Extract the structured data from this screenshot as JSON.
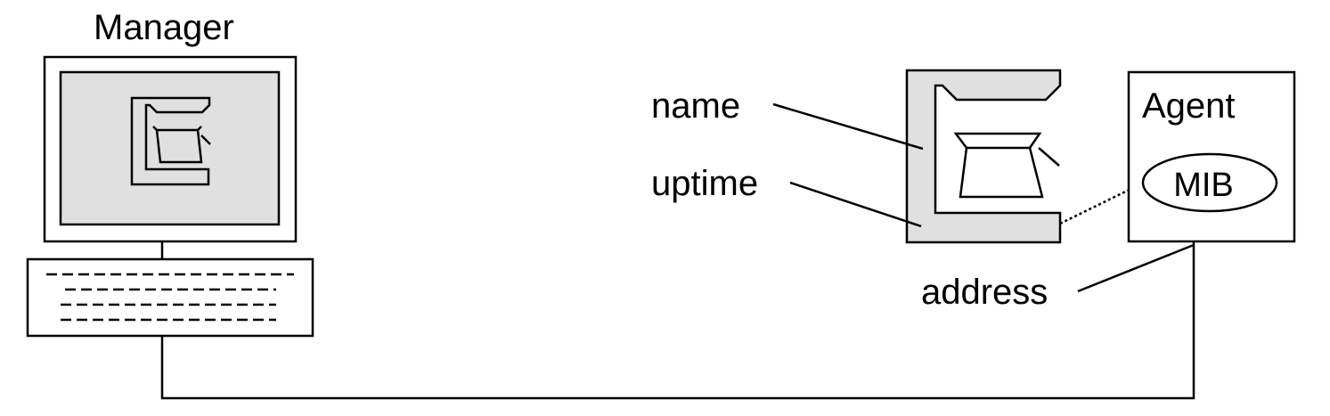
{
  "labels": {
    "manager": "Manager",
    "agent": "Agent",
    "mib": "MIB",
    "name": "name",
    "uptime": "uptime",
    "address": "address"
  },
  "colors": {
    "stroke": "#000000",
    "fill_gray": "#e0e0e0",
    "background": "#ffffff"
  },
  "icons": {
    "device": "coffee-machine-icon"
  }
}
